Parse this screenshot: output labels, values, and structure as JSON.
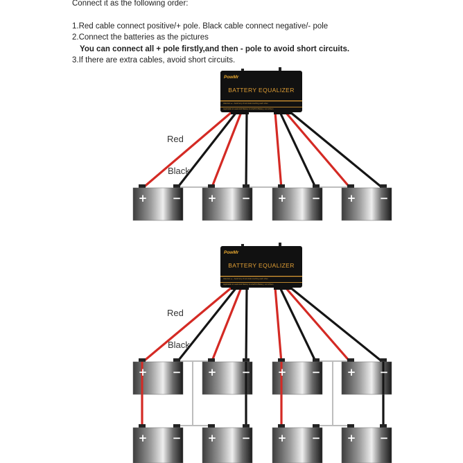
{
  "instructions": {
    "intro": "Connect it as the following order:",
    "step1": "1.Red cable connect positive/+ pole. Black cable connect negative/- pole",
    "step2": "2.Connect the batteries as the pictures",
    "step2_note": "You can connect all + pole firstly,and then - pole to avoid short circuits.",
    "step3": "3.If there are extra cables, avoid short circuits."
  },
  "device": {
    "brand": "PowMr",
    "title": "BATTERY EQUALIZER",
    "fine_print_1": "Attention  ●—  Avoid any of terminals touching each other",
    "fine_print_2": "Applicable to Lead-Acid Battery & LiFePO4 Battery, not Lithium"
  },
  "labels": {
    "red": "Red",
    "black": "Black"
  },
  "battery_symbols": {
    "positive": "+",
    "negative": "−"
  },
  "colors": {
    "red_cable": "#d42a24",
    "black_cable": "#151515",
    "link_cable": "#bdbdbd",
    "device_body": "#111111",
    "device_accent": "#e3a035"
  }
}
